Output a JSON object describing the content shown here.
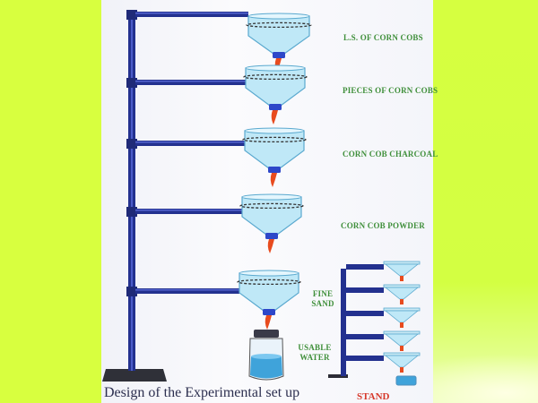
{
  "colors": {
    "background": "#d8ff3f",
    "paper": "#f6f7fb",
    "pipe": "#23318f",
    "funnel": "#bfe8f7",
    "funnel_outline": "#5aa9cf",
    "tap": "#e84b1e",
    "label_text": "#3f8f3a",
    "caption_text": "#2c2f4f",
    "stand_text": "#d6382a"
  },
  "labels": {
    "stage1": "L.S. OF CORN COBS",
    "stage2": "PIECES OF CORN COBS",
    "stage3": "CORN COB CHARCOAL",
    "stage4": "CORN COB POWDER",
    "stage5": "FINE SAND",
    "collector": "USABLE WATER"
  },
  "caption": "Design of the Experimental set up",
  "stand_label": "STAND"
}
